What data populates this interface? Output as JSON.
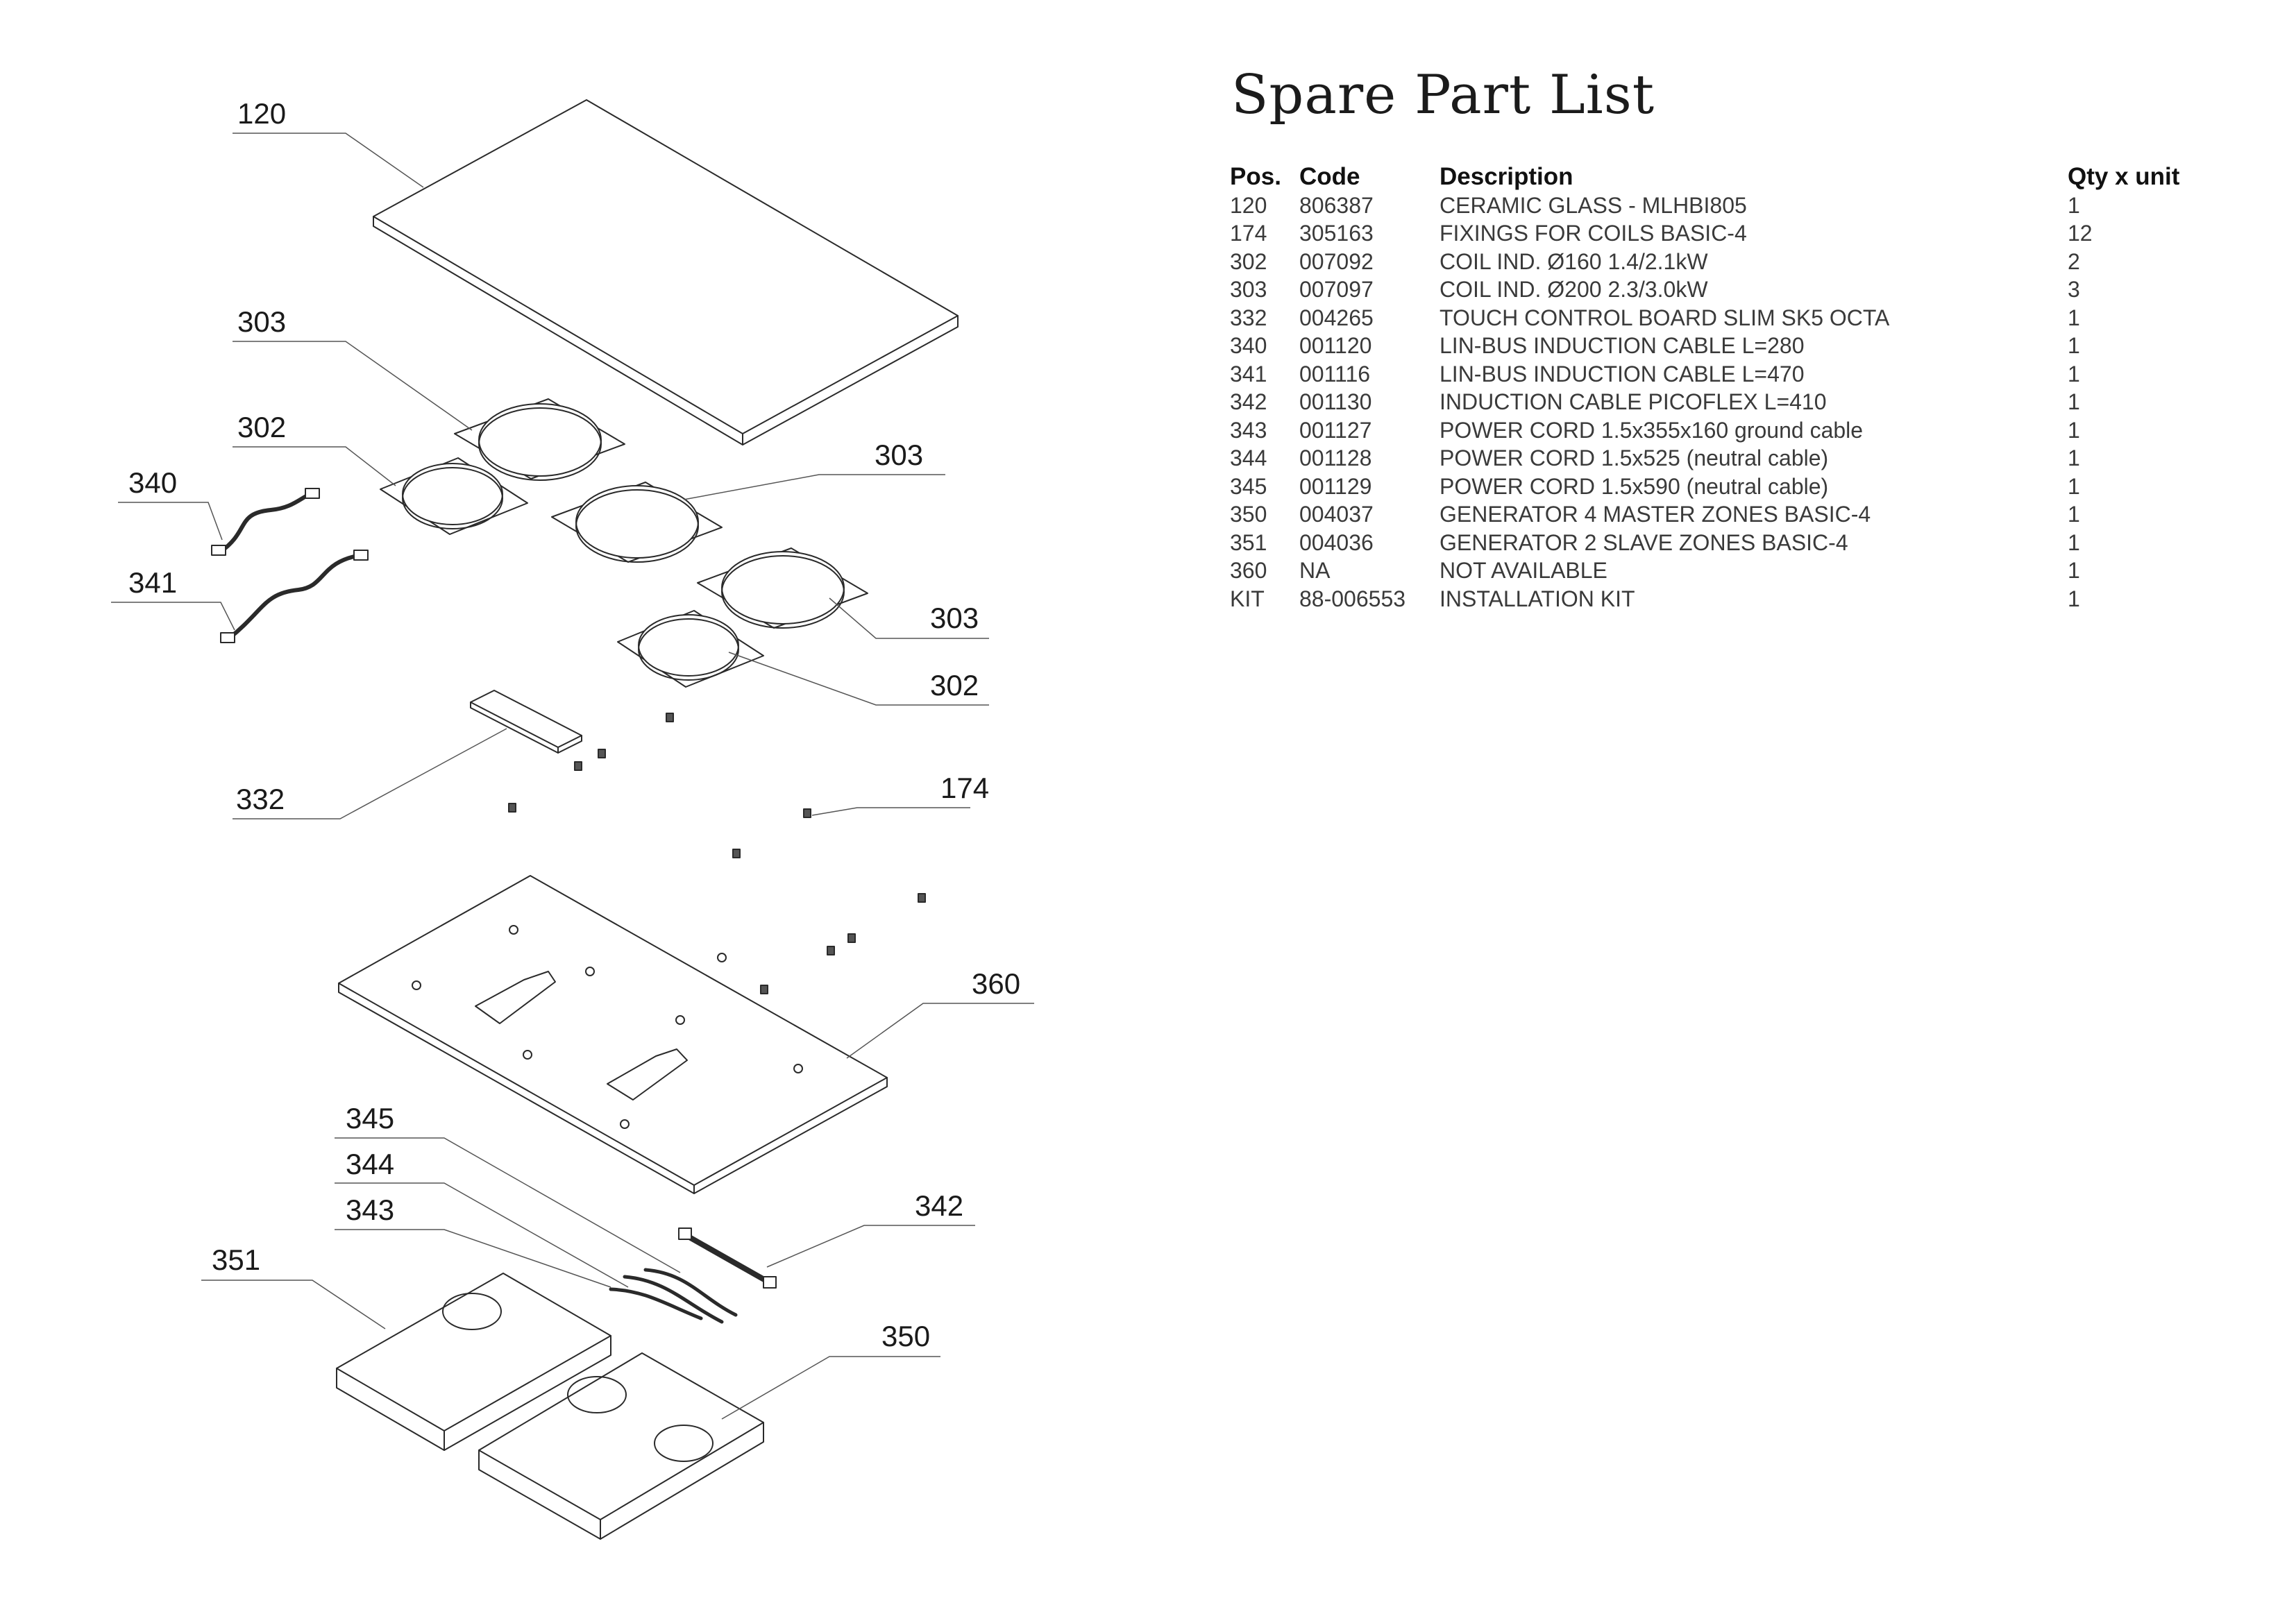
{
  "title": "Spare Part List",
  "table": {
    "headers": [
      "Pos.",
      "Code",
      "Description",
      "Qty x unit"
    ],
    "rows": [
      [
        "120",
        "806387",
        "CERAMIC GLASS - MLHBI805",
        "1"
      ],
      [
        "174",
        "305163",
        "FIXINGS FOR COILS BASIC-4",
        "12"
      ],
      [
        "302",
        "007092",
        "COIL IND. Ø160 1.4/2.1kW",
        "2"
      ],
      [
        "303",
        "007097",
        "COIL IND. Ø200 2.3/3.0kW",
        "3"
      ],
      [
        "332",
        "004265",
        "TOUCH CONTROL BOARD SLIM SK5 OCTA",
        "1"
      ],
      [
        "340",
        "001120",
        "LIN-BUS INDUCTION CABLE L=280",
        "1"
      ],
      [
        "341",
        "001116",
        "LIN-BUS INDUCTION CABLE L=470",
        "1"
      ],
      [
        "342",
        "001130",
        "INDUCTION CABLE PICOFLEX L=410",
        "1"
      ],
      [
        "343",
        "001127",
        "POWER CORD 1.5x355x160 ground cable",
        "1"
      ],
      [
        "344",
        "001128",
        "POWER CORD 1.5x525 (neutral cable)",
        "1"
      ],
      [
        "345",
        "001129",
        "POWER CORD 1.5x590 (neutral cable)",
        "1"
      ],
      [
        "350",
        "004037",
        "GENERATOR 4 MASTER ZONES BASIC-4",
        "1"
      ],
      [
        "351",
        "004036",
        "GENERATOR 2 SLAVE ZONES BASIC-4",
        "1"
      ],
      [
        "360",
        "NA",
        "NOT AVAILABLE",
        "1"
      ],
      [
        "KIT",
        "88-006553",
        "INSTALLATION KIT",
        "1"
      ]
    ]
  },
  "callouts": {
    "c120": "120",
    "c303a": "303",
    "c302a": "302",
    "c340": "340",
    "c341": "341",
    "c303b": "303",
    "c303c": "303",
    "c302b": "302",
    "c332": "332",
    "c174": "174",
    "c360": "360",
    "c345": "345",
    "c344": "344",
    "c343": "343",
    "c342": "342",
    "c351": "351",
    "c350": "350"
  }
}
